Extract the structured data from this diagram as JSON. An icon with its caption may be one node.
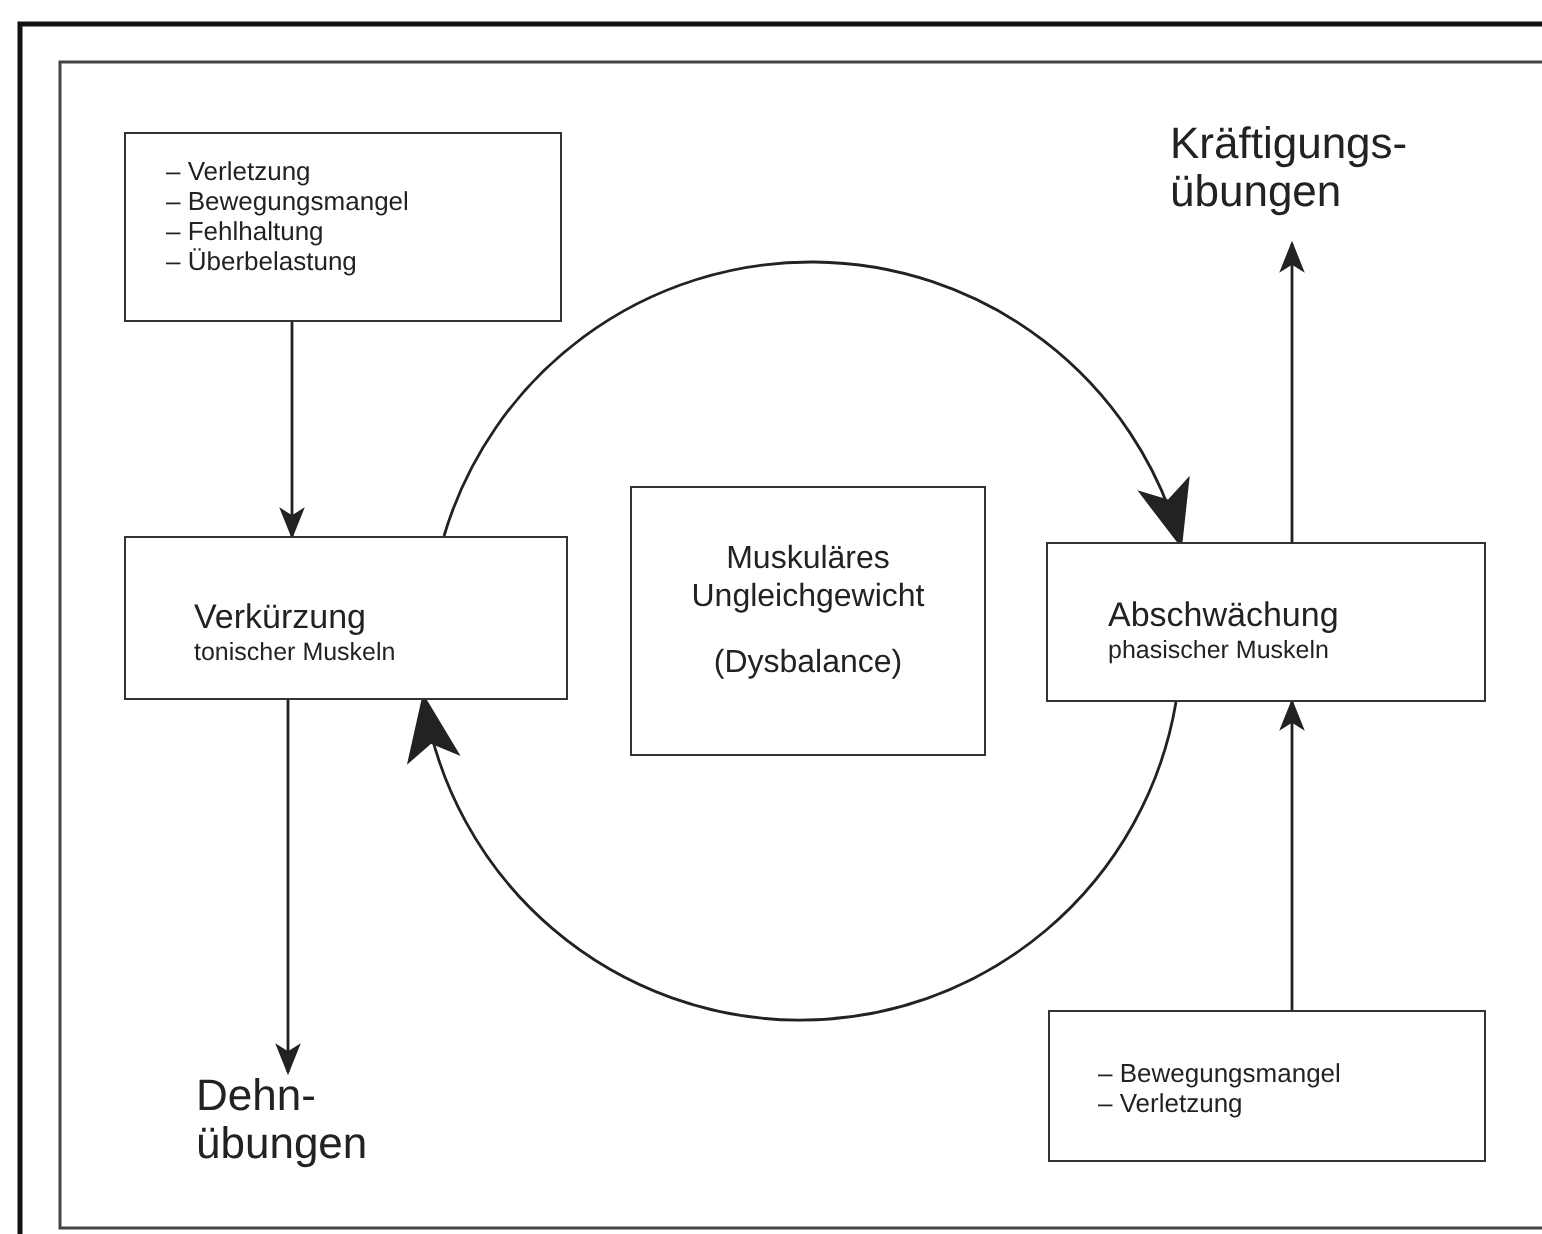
{
  "diagram": {
    "nodes": [
      {
        "text": [
          "– Verletzung",
          "– Bewegungsmangel",
          "– Fehlhaltung",
          "– Überbelastung"
        ]
      },
      {
        "text": [
          "Verkürzung",
          "tonischer Muskeln"
        ]
      },
      {
        "text": [
          "Muskuläres Ungleichgewicht",
          "(Dysbalance)"
        ]
      },
      {
        "text": [
          "Abschwächung",
          "phasischer Muskeln"
        ]
      },
      {
        "text": [
          "Kräftigungs- übungen"
        ]
      },
      {
        "text": [
          "Dehn- übungen"
        ]
      },
      {
        "text": [
          "– Bewegungsmangel",
          "– Verletzung"
        ]
      }
    ],
    "edges": [
      {
        "from": 0,
        "to": 1,
        "arrow": "to"
      },
      {
        "from": 1,
        "to": 5,
        "arrow": "to"
      },
      {
        "from": 3,
        "to": 4,
        "arrow": "to"
      },
      {
        "from": 6,
        "to": 3,
        "arrow": "to"
      },
      {
        "from": 1,
        "to": 3,
        "arrow": "to"
      },
      {
        "from": 3,
        "to": 1,
        "arrow": "to"
      }
    ]
  }
}
